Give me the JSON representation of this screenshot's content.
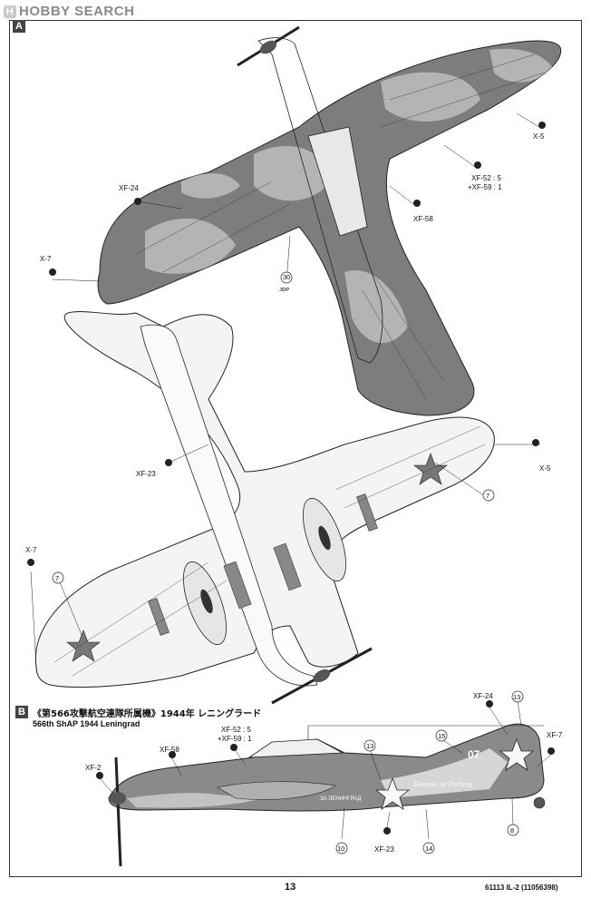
{
  "watermark": {
    "logo": "H",
    "text": "HOBBY SEARCH"
  },
  "sections": {
    "a": "A",
    "b": "B"
  },
  "top_view": {
    "callouts": {
      "xf24": "XF-24",
      "x7": "X-7",
      "x5": "X-5",
      "xf52": "XF-52 : 5",
      "xf59": "+XF-59 : 1",
      "xf58": "XF-58",
      "n30": "30",
      "n30sub": "ᴊᴅᴘ"
    }
  },
  "bottom_view": {
    "callouts": {
      "xf23": "XF-23",
      "x5": "X-5",
      "x7": "X-7",
      "n7a": "7",
      "n7b": "7"
    }
  },
  "side_view": {
    "title_jp": "《第566攻撃航空連隊所属機》1944年 レニングラード",
    "title_en": "566th ShAP  1944  Leningrad",
    "callouts": {
      "xf24": "XF-24",
      "n13a": "13",
      "xf7": "XF-7",
      "xf52": "XF-52 : 5",
      "xf59": "+XF-59 : 1",
      "n15": "15",
      "xf58": "XF-58",
      "n13b": "13",
      "xf2": "XF-2",
      "n10": "10",
      "xf23": "XF-23",
      "n14": "14",
      "n8": "8"
    },
    "markings": {
      "code": "07",
      "fuselage_text": "ЗА ЛЕНИНГРАД",
      "script": "Боевой за Родину"
    }
  },
  "footer": {
    "page_number": "13",
    "product_code": "61113  IL-2 (11056398)"
  },
  "colors": {
    "camo_dark": "#7d7d7d",
    "camo_light": "#b4b4b4",
    "underside": "#f4f4f4",
    "line": "#222222"
  }
}
